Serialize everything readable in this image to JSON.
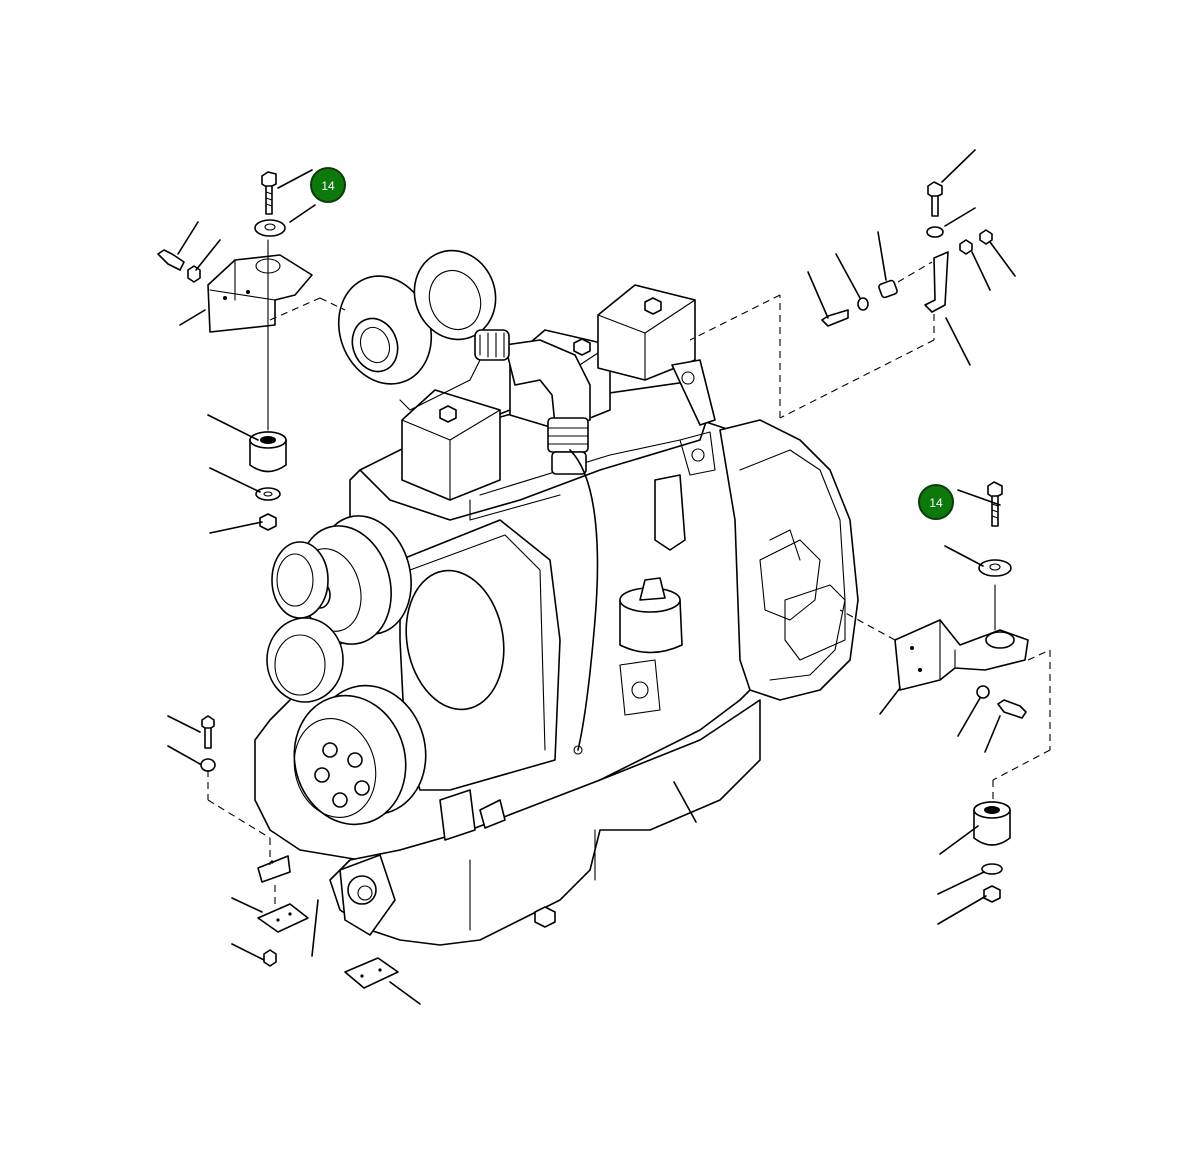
{
  "callouts": [
    {
      "id": "callout-1",
      "label": "14"
    },
    {
      "id": "callout-2",
      "label": "14"
    }
  ],
  "colors": {
    "callout_fill": "#0b7a0b",
    "line": "#000000",
    "background": "#ffffff"
  }
}
